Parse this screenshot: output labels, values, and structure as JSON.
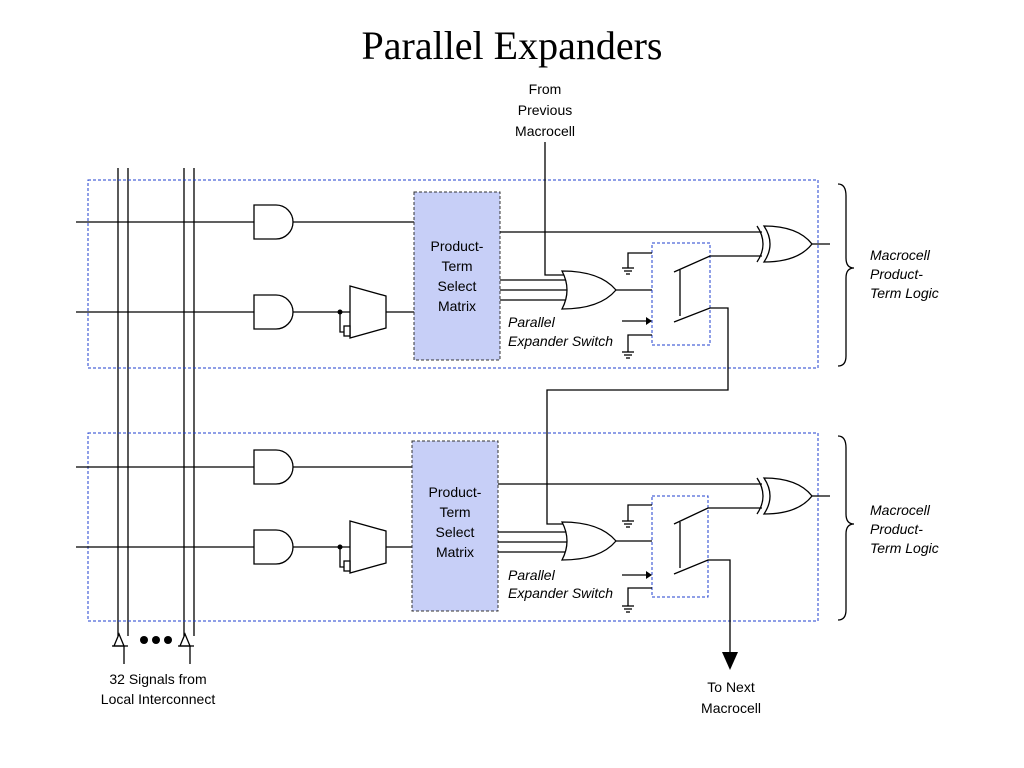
{
  "title": "Parallel Expanders",
  "labels": {
    "from_prev": [
      "From",
      "Previous",
      "Macrocell"
    ],
    "to_next": [
      "To Next",
      "Macrocell"
    ],
    "signals": [
      "32 Signals from",
      "Local Interconnect"
    ]
  },
  "cells": [
    {
      "ptsm": [
        "Product-",
        "Term",
        "Select",
        "Matrix"
      ],
      "switch_label": [
        "Parallel",
        "Expander Switch"
      ],
      "side_label": [
        "Macrocell",
        "Product-",
        "Term Logic"
      ]
    },
    {
      "ptsm": [
        "Product-",
        "Term",
        "Select",
        "Matrix"
      ],
      "switch_label": [
        "Parallel",
        "Expander Switch"
      ],
      "side_label": [
        "Macrocell",
        "Product-",
        "Term Logic"
      ]
    }
  ],
  "colors": {
    "ptsm_fill": "#c7cff7",
    "dashed_border": "#1f3fcf"
  }
}
